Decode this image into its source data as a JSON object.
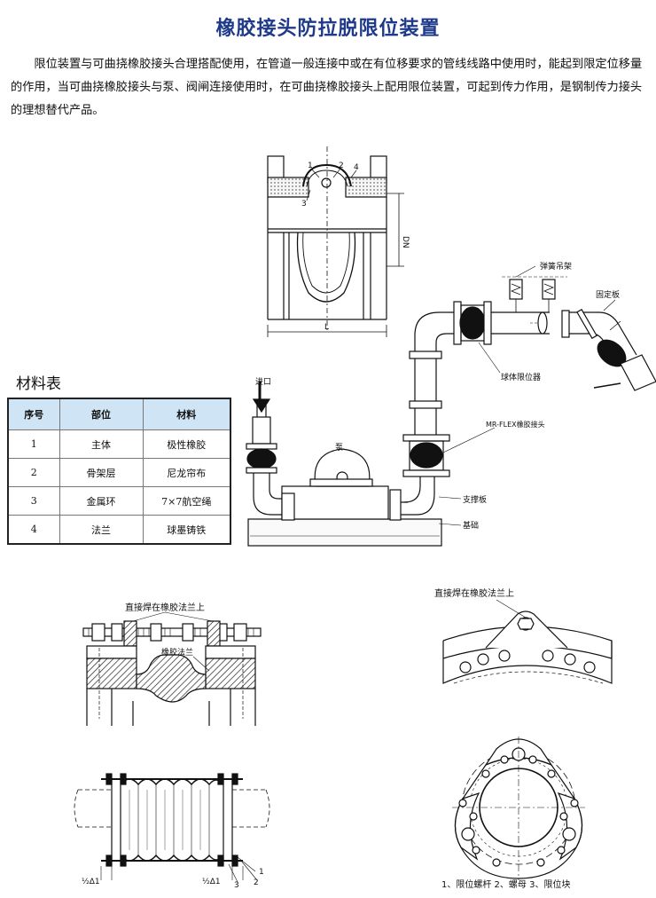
{
  "title": "橡胶接头防拉脱限位装置",
  "intro": "限位装置与可曲挠橡胶接头合理搭配使用，在管道一般连接中或在有位移要求的管线线路中使用时，能起到限定位移量的作用，当可曲挠橡胶接头与泵、阀闸连接使用时，在可曲挠橡胶接头上配用限位装置，可起到传力作用，是钢制传力接头的理想替代产品。",
  "materials": {
    "caption": "材料表",
    "headers": [
      "序号",
      "部位",
      "材料"
    ],
    "rows": [
      [
        "1",
        "主体",
        "极性橡胶"
      ],
      [
        "2",
        "骨架层",
        "尼龙帘布"
      ],
      [
        "3",
        "金属环",
        "7×7航空绳"
      ],
      [
        "4",
        "法兰",
        "球墨铸铁"
      ]
    ]
  },
  "top_drawing": {
    "callouts": [
      "1",
      "2",
      "4",
      "3"
    ],
    "dim_dn": "DN",
    "dim_l": "L"
  },
  "system_drawing": {
    "labels": {
      "spring_hanger": "弹簧吊架",
      "fixed_plate": "固定板",
      "ball_limiter": "球体限位器",
      "inlet": "进口",
      "pump": "泵",
      "mr_flex": "MR-FLEX橡胶接头",
      "support_plate": "支撑板",
      "foundation": "基础"
    }
  },
  "weld_drawing": {
    "label_weld": "直接焊在橡胶法兰上",
    "label_flange": "橡胶法兰"
  },
  "flange_drawing": {
    "label_weld": "直接焊在橡胶法兰上"
  },
  "bellows_drawing": {
    "left_dim": "½Δ1",
    "right_dim": "½Δ1",
    "callouts": [
      "3",
      "2",
      "1"
    ]
  },
  "legend": "1、限位螺杆  2、螺母  3、限位块"
}
